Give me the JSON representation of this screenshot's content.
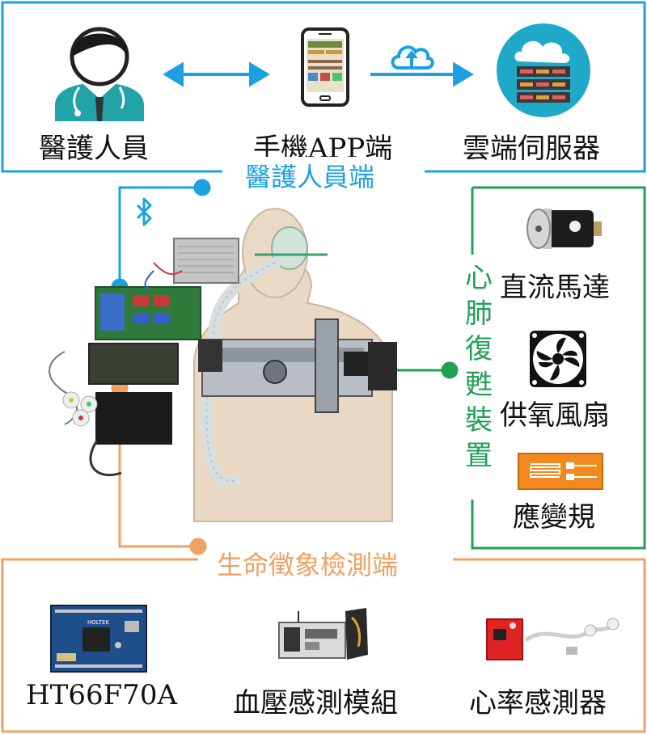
{
  "top": {
    "section_title": "醫護人員端",
    "items": {
      "medical_staff": "醫護人員",
      "phone_app": "手機APP端",
      "cloud_server": "雲端伺服器"
    }
  },
  "right": {
    "section_title_chars": [
      "心",
      "肺",
      "復",
      "甦",
      "裝",
      "置"
    ],
    "items": {
      "dc_motor": "直流馬達",
      "oxygen_fan": "供氧風扇",
      "strain_gauge": "應變規"
    }
  },
  "bottom": {
    "section_title": "生命徵象檢測端",
    "items": {
      "mcu": "HT66F70A",
      "bp_module": "血壓感測模組",
      "heart_sensor": "心率感測器"
    }
  },
  "colors": {
    "blue": "#1ba1e2",
    "green": "#1fa055",
    "orange": "#f0a060"
  },
  "icons": [
    "doctor-icon",
    "phone-icon",
    "cloud-upload-icon",
    "server-icon",
    "bluetooth-icon",
    "dc-motor-icon",
    "fan-icon",
    "strain-gauge-icon",
    "mcu-board-icon",
    "bp-module-icon",
    "heart-sensor-icon",
    "cpr-mannequin-image"
  ]
}
